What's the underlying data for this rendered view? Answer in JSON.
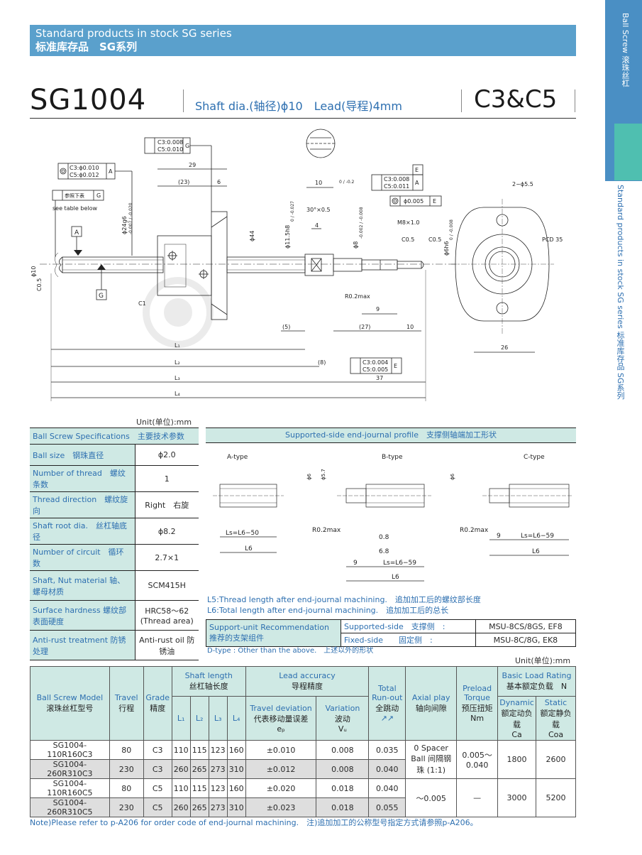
{
  "header": {
    "line1": "Standard products in stock SG series",
    "line2": "标准库存品　SG系列"
  },
  "side_tab": {
    "top": "Ball Screw 滚珠丝杠",
    "vertical": "Standard products in stock  SG series 标准库存品  SG系列"
  },
  "title": {
    "model": "SG1004",
    "spec": "Shaft dia.(轴径)ϕ10　Lead(导程)4mm",
    "grade": "C3&C5"
  },
  "drawing": {
    "gdt1": [
      "C3:0.008",
      "C5:0.010",
      "G"
    ],
    "gdt2": [
      "C3:ϕ0.010",
      "C5:ϕ0.012",
      "A"
    ],
    "gdt3": [
      "参照下表",
      "G",
      "see table below"
    ],
    "gdt4": [
      "C3:0.008",
      "C5:0.011",
      "A",
      "E"
    ],
    "gdt5": [
      "ϕ0.005",
      "E"
    ],
    "gdt6": [
      "C3:0.004",
      "C5:0.005",
      "E"
    ],
    "dims": {
      "d29": "29",
      "d23": "(23)",
      "d6": "6",
      "d10": "10",
      "d10tol": "0 / -0.2",
      "d30": "30°×0.5",
      "d4": "4",
      "m8": "M8×1.0",
      "c05": "C0.5",
      "c05b": "C0.5",
      "c1": "C1",
      "r02": "R0.2max",
      "d9": "9",
      "d5": "(5)",
      "d27": "(27)",
      "d10b": "10",
      "d8": "(8)",
      "d37": "37",
      "d26": "26",
      "pcd": "PCD 35",
      "holes": "2−ϕ5.5",
      "phi24": "ϕ24g6",
      "phi24tol": "-0.007 / -0.020",
      "phi44": "ϕ44",
      "phi115": "ϕ11.5h8",
      "phi115tol": "0 / -0.027",
      "phi8": "ϕ8",
      "phi8tol": "-0.002 / -0.008",
      "phi6": "ϕ6h6",
      "phi6tol": "0 / -0.008",
      "phi10": "ϕ10",
      "c05c": "C0.5",
      "A": "A",
      "G": "G",
      "L1": "L₁",
      "L2": "L₂",
      "L3": "L₃",
      "L4": "L₄"
    }
  },
  "unit_label": "Unit(单位):mm",
  "spec_table": {
    "header": "Ball Screw Specifications　主要技术参数",
    "rows": [
      {
        "k": "Ball size　钢珠直径",
        "v": "ϕ2.0"
      },
      {
        "k": "Number of thread　螺纹条数",
        "v": "1"
      },
      {
        "k": "Thread direction　螺纹旋向",
        "v": "Right　右旋"
      },
      {
        "k": "Shaft root dia.　丝杠轴底径",
        "v": "ϕ8.2"
      },
      {
        "k": "Number of circuit　循环数",
        "v": "2.7×1"
      },
      {
        "k": "Shaft, Nut material 轴、螺母材质",
        "v": "SCM415H"
      },
      {
        "k": "Surface hardness 螺纹部表面硬度",
        "v": "HRC58〜62 (Thread area)"
      },
      {
        "k": "Anti-rust treatment 防锈处理",
        "v": "Anti-rust oil 防锈油"
      }
    ]
  },
  "journal": {
    "header": "Supported-side end-journal profile　支撑侧轴端加工形状",
    "types": [
      "A-type",
      "B-type",
      "C-type"
    ],
    "labels": {
      "a_ls": "Ls=L6−50",
      "a_l6": "L6",
      "b_r": "R0.2max",
      "b_08": "0.8",
      "b_68": "6.8",
      "b_9": "9",
      "b_ls": "Ls=L6−59",
      "b_l6": "L6",
      "b_phi6": "ϕ6",
      "b_phi57": "ϕ5.7",
      "c_r": "R0.2max",
      "c_9": "9",
      "c_ls": "Ls=L6−59",
      "c_l6": "L6",
      "c_phi6": "ϕ6"
    },
    "note1": "L5:Thread length after end-journal machining.　追加加工后的螺纹部长度",
    "note2": "L6:Total length after end-journal machining.　追加加工后的总长"
  },
  "support": {
    "title": "Support-unit Recommendation 推荐的支架组件",
    "rows": [
      {
        "side": "Supported-side　支撑侧　:",
        "val": "MSU-8CS/8GS, EF8"
      },
      {
        "side": "Fixed-side　　固定侧　:",
        "val": "MSU-8C/8G, EK8"
      }
    ],
    "dtype": "D-type : Other than the above.　上述以外的形状"
  },
  "unit_label2": "Unit(单位):mm",
  "main_table": {
    "headers": {
      "model": "Ball Screw Model",
      "model_cn": "滚珠丝杠型号",
      "travel": "Travel",
      "travel_cn": "行程",
      "grade": "Grade",
      "grade_cn": "精度",
      "shaft": "Shaft length",
      "shaft_cn": "丝杠轴长度",
      "l1": "L₁",
      "l2": "L₂",
      "l3": "L₃",
      "l4": "L₄",
      "lead": "Lead accuracy",
      "lead_cn": "导程精度",
      "dev": "Travel deviation",
      "dev_cn": "代表移动量误差",
      "dev_sym": "eₚ",
      "var": "Variation",
      "var_cn": "波动",
      "var_sym": "Vᵤ",
      "runout": "Total Run-out",
      "runout_cn": "全跳动",
      "axial": "Axial play",
      "axial_cn": "轴向间隙",
      "preload": "Preload Torque",
      "preload_cn": "预压扭矩",
      "preload_unit": "Nm",
      "load": "Basic Load Rating",
      "load_cn": "基本额定负载　N",
      "dyn": "Dynamic",
      "dyn_cn": "额定动负载",
      "dyn_sym": "Ca",
      "stat": "Static",
      "stat_cn": "额定静负载",
      "stat_sym": "Coa"
    },
    "rows": [
      {
        "model": "SG1004-110R160C3",
        "travel": "80",
        "grade": "C3",
        "l1": "110",
        "l2": "115",
        "l3": "123",
        "l4": "160",
        "dev": "±0.010",
        "var": "0.008",
        "runout": "0.035"
      },
      {
        "model": "SG1004-260R310C3",
        "travel": "230",
        "grade": "C3",
        "l1": "260",
        "l2": "265",
        "l3": "273",
        "l4": "310",
        "dev": "±0.012",
        "var": "0.008",
        "runout": "0.040"
      },
      {
        "model": "SG1004-110R160C5",
        "travel": "80",
        "grade": "C5",
        "l1": "110",
        "l2": "115",
        "l3": "123",
        "l4": "160",
        "dev": "±0.020",
        "var": "0.018",
        "runout": "0.040"
      },
      {
        "model": "SG1004-260R310C5",
        "travel": "230",
        "grade": "C5",
        "l1": "260",
        "l2": "265",
        "l3": "273",
        "l4": "310",
        "dev": "±0.023",
        "var": "0.018",
        "runout": "0.055"
      }
    ],
    "c3_axial": "0 Spacer Ball 间隔钢珠 (1:1)",
    "c3_preload": "0.005〜0.040",
    "c3_dyn": "1800",
    "c3_stat": "2600",
    "c5_axial": "〜0.005",
    "c5_preload": "—",
    "c5_dyn": "3000",
    "c5_stat": "5200"
  },
  "note": "Note)Please refer to p-A206 for order code of end-journal machining.　注)追加加工的公称型号指定方式请参照p-A206。"
}
